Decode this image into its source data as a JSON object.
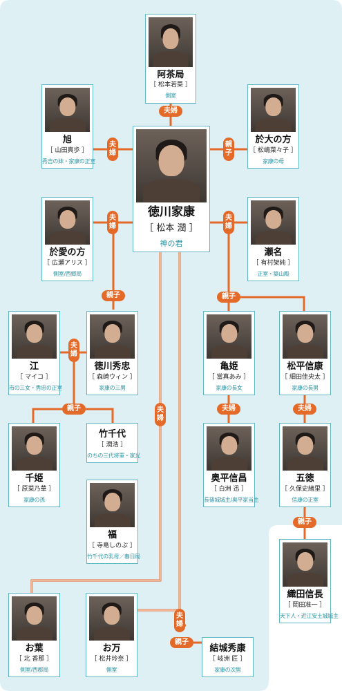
{
  "colors": {
    "background": "#dff0f4",
    "accent": "#e36a28",
    "card_border": "#5fb8c4",
    "role_text": "#2d95a6"
  },
  "labels": {
    "spouse": "夫婦",
    "parent_child": "親子"
  },
  "people": {
    "achanotsubone": {
      "name": "阿茶局",
      "actor": "［ 松本若菜 ］",
      "role": "側室"
    },
    "asahi": {
      "name": "旭",
      "actor": "［ 山田真歩 ］",
      "role": "秀吉の妹・家康の正室"
    },
    "odai": {
      "name": "於大の方",
      "actor": "［ 松嶋菜々子 ］",
      "role": "家康の母"
    },
    "ieyasu": {
      "name": "徳川家康",
      "actor": "［ 松本 潤 ］",
      "role": "神の君"
    },
    "oai": {
      "name": "於愛の方",
      "actor": "［ 広瀬アリス ］",
      "role": "側室/西郷局"
    },
    "sena": {
      "name": "瀬名",
      "actor": "［ 有村架純 ］",
      "role": "正室・築山殿"
    },
    "go": {
      "name": "江",
      "actor": "［ マイコ ］",
      "role": "市の三女・秀忠の正室"
    },
    "hidetada": {
      "name": "徳川秀忠",
      "actor": "［ 森崎ウィン ］",
      "role": "家康の三男"
    },
    "kamehime": {
      "name": "亀姫",
      "actor": "［ 當真あみ ］",
      "role": "家康の長女"
    },
    "nobuyasu": {
      "name": "松平信康",
      "actor": "［ 細田佳央太 ］",
      "role": "家康の長男"
    },
    "senhime": {
      "name": "千姫",
      "actor": "［ 原菜乃華 ］",
      "role": "家康の孫"
    },
    "takechiyo": {
      "name": "竹千代",
      "actor": "［ 潤浩 ］",
      "role": "のちの三代将軍・家光"
    },
    "okudaira": {
      "name": "奥平信昌",
      "actor": "［ 白洲 迅 ］",
      "role": "長篠城城主/奥平家当主"
    },
    "gotoku": {
      "name": "五徳",
      "actor": "［ 久保史緒里 ］",
      "role": "信康の正室"
    },
    "fuku": {
      "name": "福",
      "actor": "［ 寺島しのぶ ］",
      "role": "竹千代の乳母／春日局"
    },
    "nobunaga": {
      "name": "織田信長",
      "actor": "［ 岡田准一 ］",
      "role": "天下人・近江安土城城主"
    },
    "oba": {
      "name": "お葉",
      "actor": "［ 北 香那 ］",
      "role": "側室/西郡局"
    },
    "oman": {
      "name": "お万",
      "actor": "［ 松井玲奈 ］",
      "role": "側室"
    },
    "hideyasu": {
      "name": "結城秀康",
      "actor": "［ 岐洲 匠 ］",
      "role": "家康の次男"
    }
  }
}
